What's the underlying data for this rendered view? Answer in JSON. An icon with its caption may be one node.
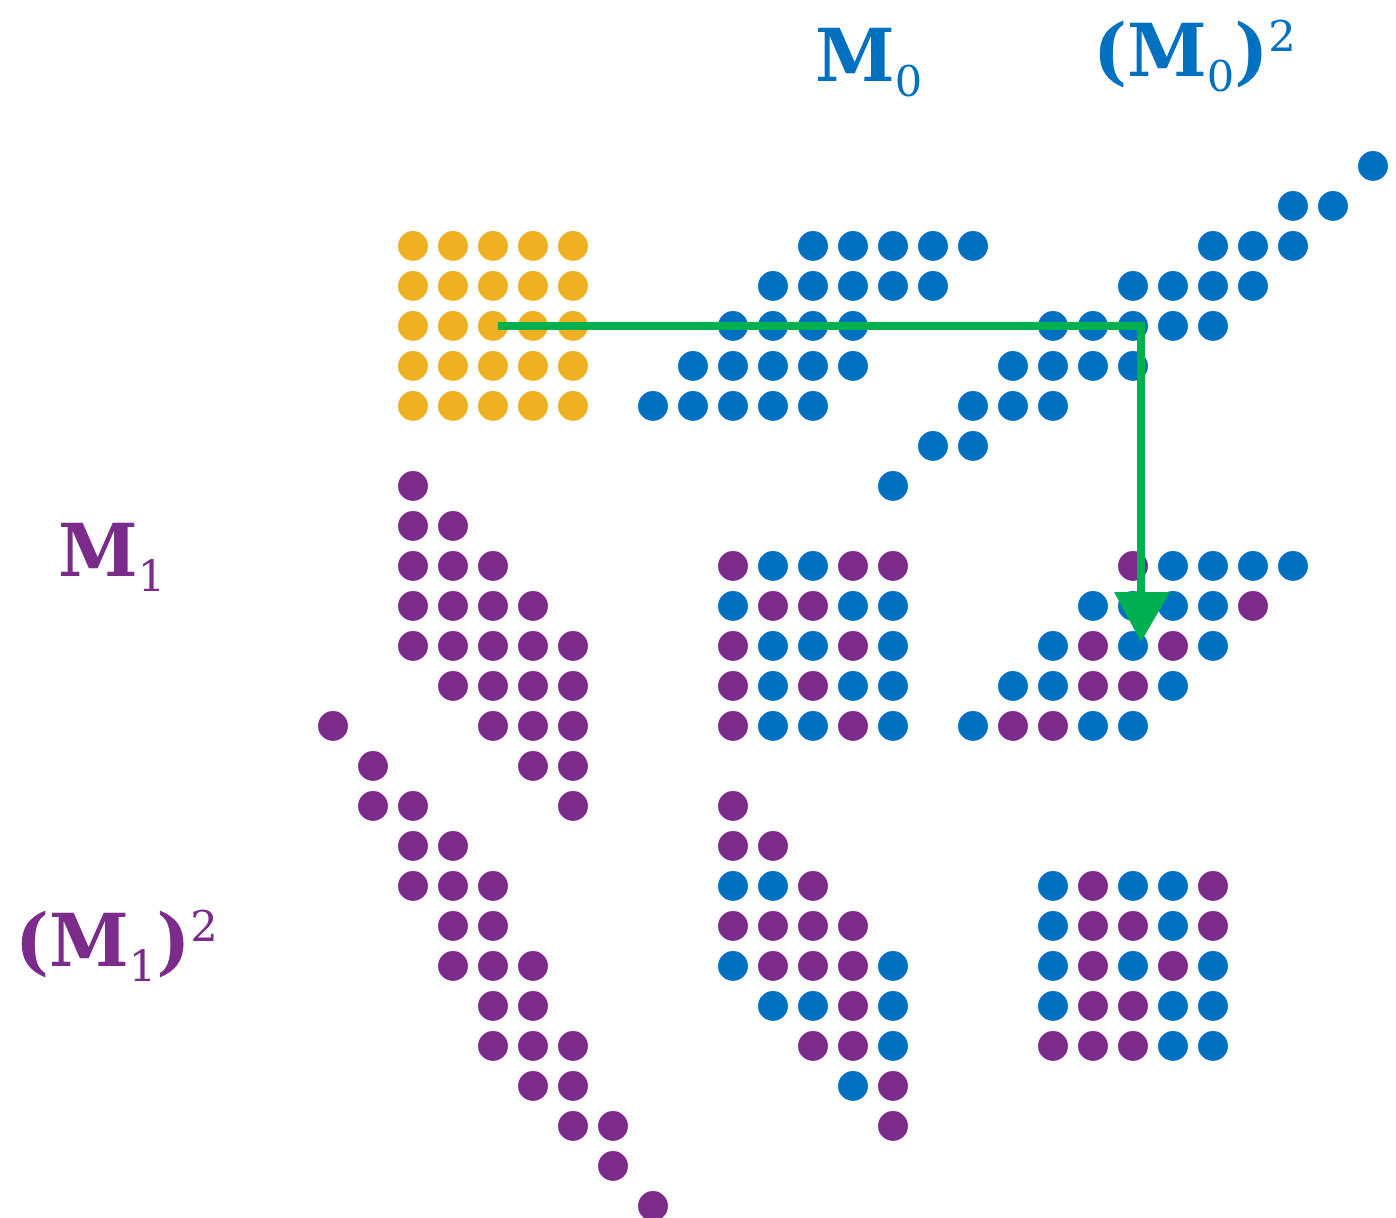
{
  "diagram": {
    "labels": [
      "M$_{0}$",
      "(M$_{0}$)$^{2}$",
      "M$_{1}$",
      "(M$_{1}$)$^{2}$"
    ]
  }
}
